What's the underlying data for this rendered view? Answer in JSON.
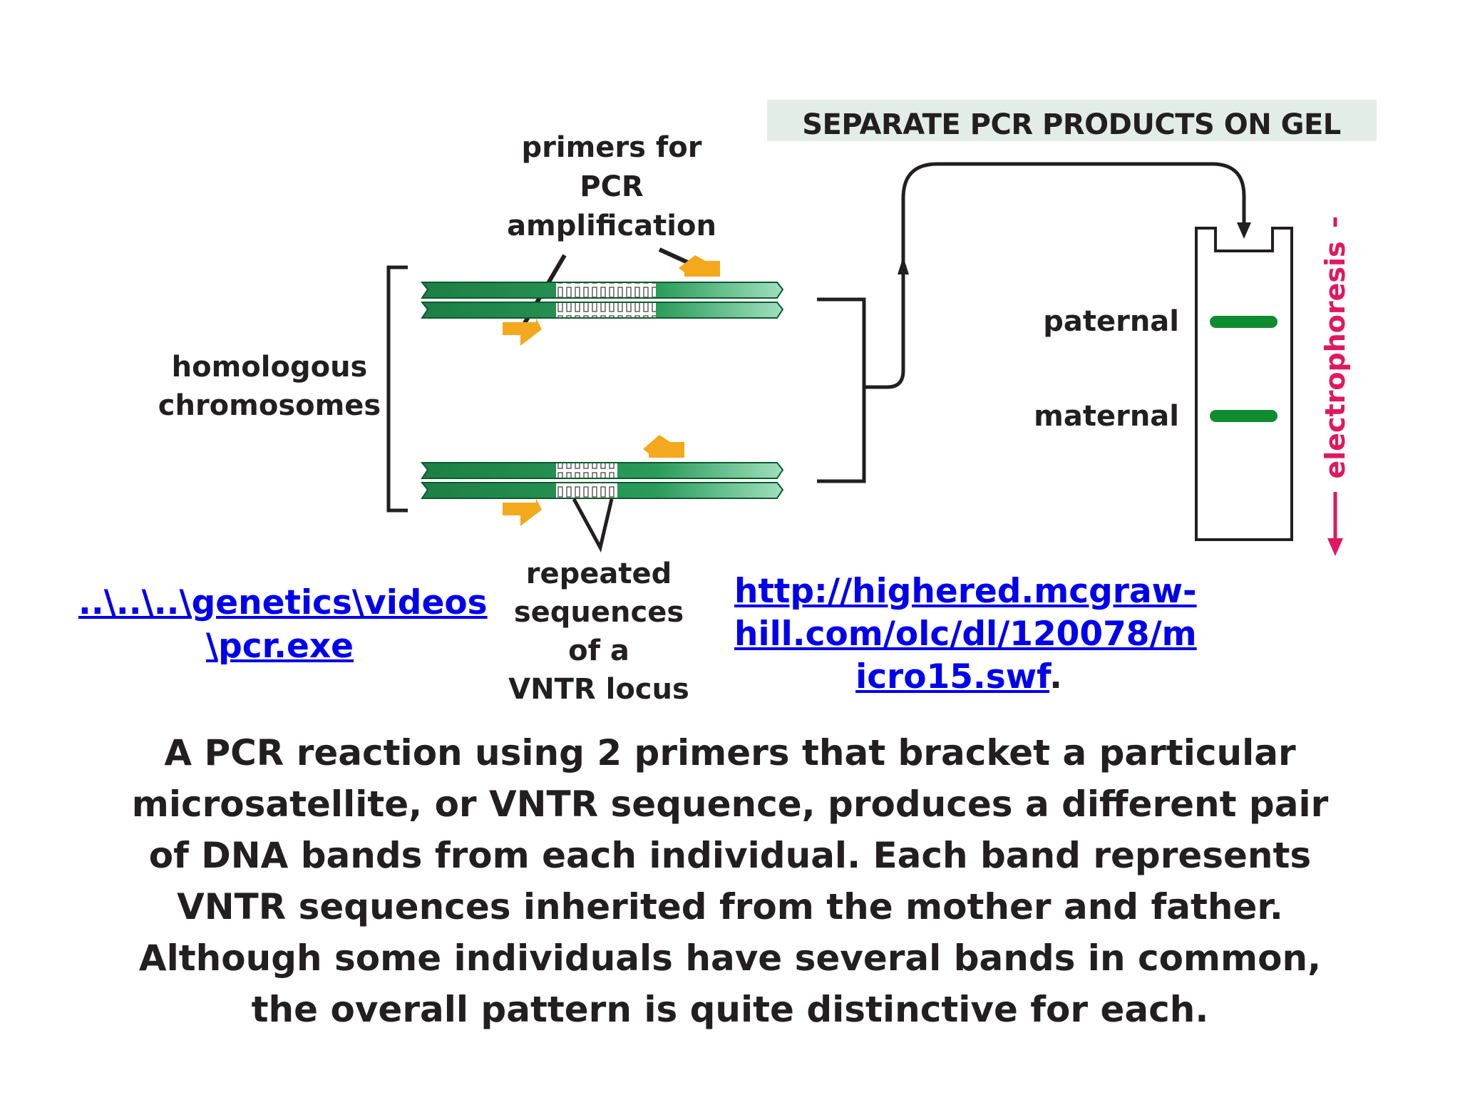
{
  "figure": {
    "banner": "SEPARATE PCR PRODUCTS ON GEL",
    "primers_label": [
      "primers for",
      "PCR",
      "amplification"
    ],
    "homologous_label": [
      "homologous",
      "chromosomes"
    ],
    "repeated_label": [
      "repeated",
      "sequences",
      "of a",
      "VNTR locus"
    ],
    "paternal_label": "paternal",
    "maternal_label": "maternal",
    "electrophoresis_label": "electrophoresis",
    "colors": {
      "dna_strand": "#1f8a4c",
      "dna_strand_light": "#7fd4a8",
      "primer": "#f4a81d",
      "gel_band": "#0f8c2f",
      "banner_bg": "#e3ede8",
      "electrophoresis": "#e0185f"
    }
  },
  "links": {
    "local_line1": "..\\..\\..\\genetics\\videos",
    "local_line2": "\\pcr.exe",
    "web_line1": "http://highered.mcgraw-",
    "web_line2": "hill.com/olc/dl/120078/m",
    "web_line3": "icro15.swf",
    "web_trailing": "."
  },
  "caption": [
    "A PCR reaction using 2 primers that bracket a particular",
    "microsatellite, or VNTR sequence, produces a different pair",
    "of DNA bands from each individual. Each band represents",
    "VNTR sequences inherited from the mother and father.",
    "Although some individuals have several bands in common,",
    "the overall pattern is quite distinctive for each."
  ]
}
